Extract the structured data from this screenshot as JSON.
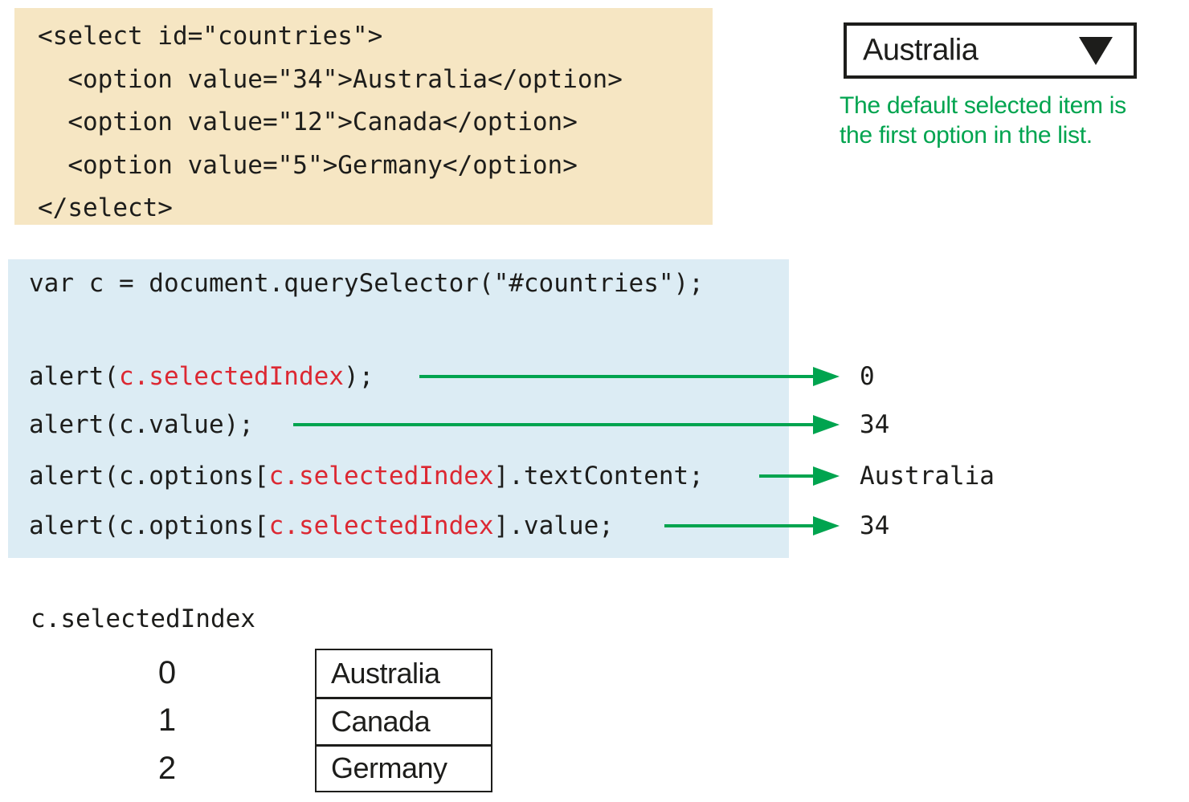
{
  "colors": {
    "html_bg": "#f6e6c3",
    "js_bg": "#dcecf4",
    "green": "#00a44f",
    "red": "#dc2832",
    "ink": "#1d1d1b"
  },
  "html_code": {
    "lines": [
      "<select id=\"countries\">",
      "  <option value=\"34\">Australia</option>",
      "  <option value=\"12\">Canada</option>",
      "  <option value=\"5\">Germany</option>",
      "</select>"
    ]
  },
  "select_widget": {
    "selected_option": "Australia",
    "icon": "caret-down"
  },
  "annotation": {
    "line1": "The default selected item is",
    "line2": "the first option in the list."
  },
  "js_code": {
    "var_line": "var c = document.querySelector(\"#countries\");",
    "alerts": [
      {
        "parts": {
          "pre": "alert(",
          "highlight": "c.selectedIndex",
          "post": ");"
        },
        "result": "0"
      },
      {
        "parts": {
          "pre": "alert(c.value);",
          "highlight": "",
          "post": ""
        },
        "result": "34"
      },
      {
        "parts": {
          "pre": "alert(c.options[",
          "highlight": "c.selectedIndex",
          "post": "].textContent;"
        },
        "result": "Australia"
      },
      {
        "parts": {
          "pre": "alert(c.options[",
          "highlight": "c.selectedIndex",
          "post": "].value;"
        },
        "result": "34"
      }
    ]
  },
  "index_diagram": {
    "label": "c.selectedIndex",
    "rows": [
      {
        "index": "0",
        "option": "Australia"
      },
      {
        "index": "1",
        "option": "Canada"
      },
      {
        "index": "2",
        "option": "Germany"
      }
    ]
  }
}
